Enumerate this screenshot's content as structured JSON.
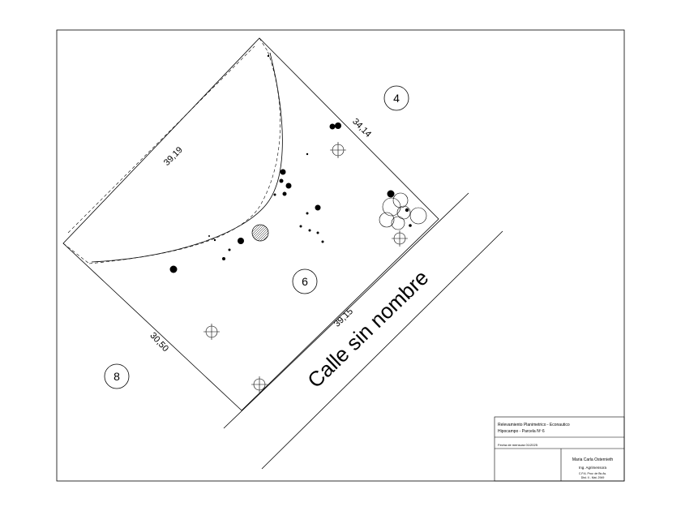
{
  "plan": {
    "lot_numbers": {
      "main": "6",
      "north": "4",
      "west": "8"
    },
    "dimensions": {
      "northwest": "39,19",
      "northeast": "34,14",
      "southeast": "39,15",
      "southwest": "30,50"
    },
    "street_name": "Calle sin nombre"
  },
  "title_block": {
    "title_line1": "Relevamiento Planimetrico - Econautico",
    "title_line2": "Hipocampo - Parcela Nº 6",
    "date_line": "Fecha de mensura 01/2025",
    "surveyor_name": "Maria Carla Osternieth",
    "surveyor_title": "Ing. Agrimensora",
    "registration_line1": "C.P.A. Prov. de Bs As.",
    "registration_line2": "Dist. II - Mat. 2949"
  }
}
